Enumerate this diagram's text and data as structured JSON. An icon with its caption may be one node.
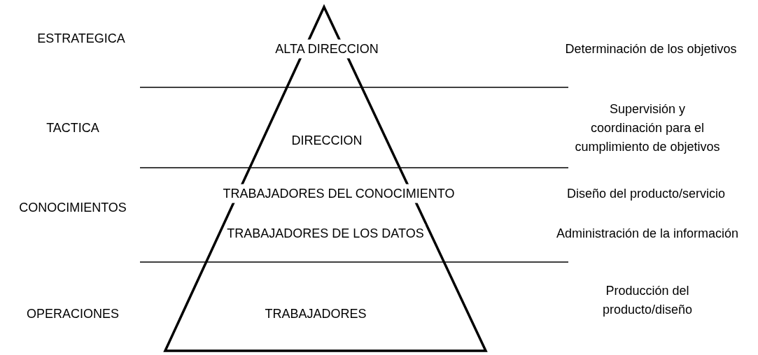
{
  "diagram": {
    "labels": [
      "ESTRATEGICA",
      "ALTA DIRECCION",
      "Determinación de los objetivos",
      "Supervisión y coordinación para el cumplimiento de objetivos",
      "TACTICA",
      "DIRECCION",
      "TRABAJADORES DEL CONOCIMIENTO",
      "Diseño del producto/servicio",
      "CONOCIMIENTOS",
      "TRABAJADORES DE LOS DATOS",
      "Administración de la información",
      "Producción del producto/diseño",
      "OPERACIONES",
      "TRABAJADORES"
    ]
  }
}
